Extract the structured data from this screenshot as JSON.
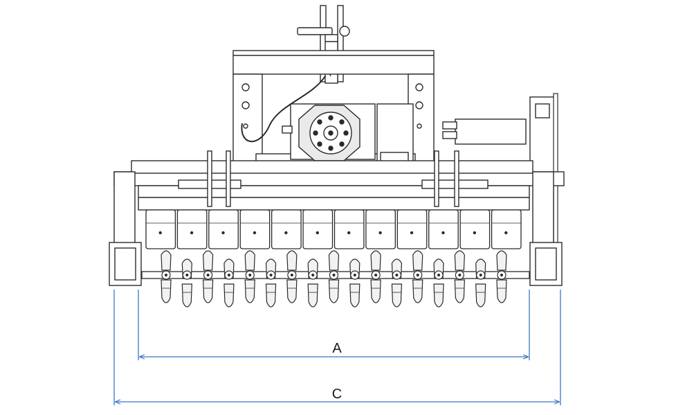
{
  "dimensions": {
    "inner_label": "A",
    "outer_label": "C"
  },
  "colors": {
    "dimension_line": "#3b76c4",
    "line_art": "#2a2a2a",
    "fill_light": "#f2f2f2",
    "fill_mid": "#d8d8d8"
  },
  "rotor": {
    "hood_plate_count": 12,
    "tooth_count": 17
  }
}
